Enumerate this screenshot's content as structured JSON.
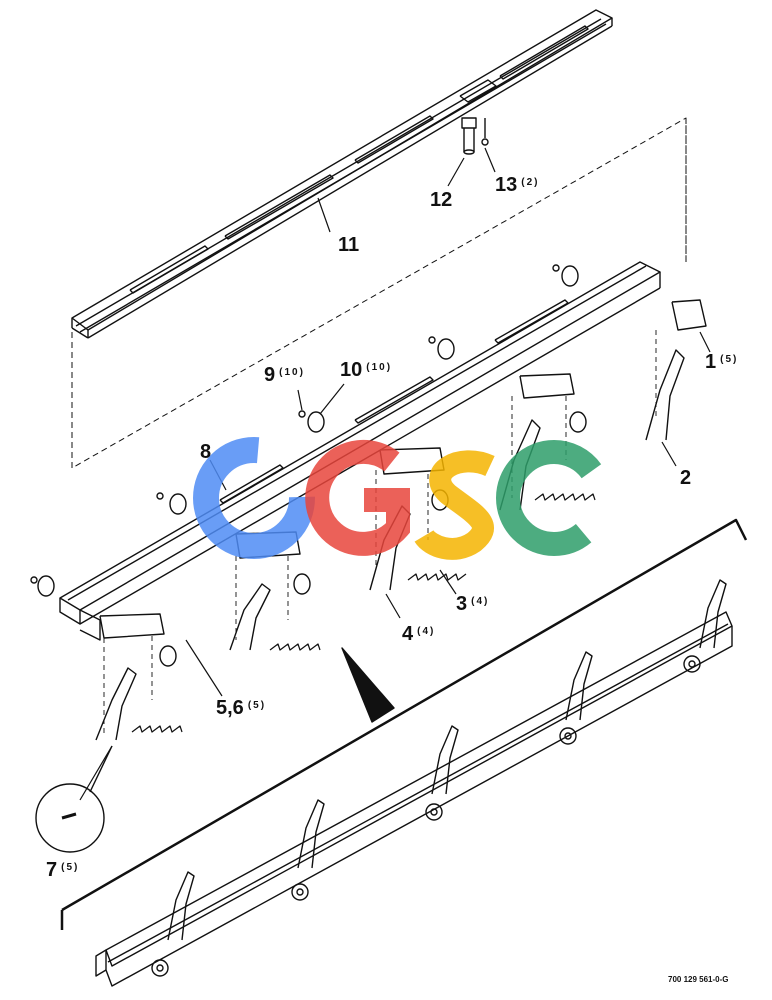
{
  "diagram": {
    "callouts": [
      {
        "id": "11",
        "number": "11",
        "qty": ""
      },
      {
        "id": "12",
        "number": "12",
        "qty": ""
      },
      {
        "id": "13",
        "number": "13",
        "qty": "(2)"
      },
      {
        "id": "1",
        "number": "1",
        "qty": "(5)"
      },
      {
        "id": "2",
        "number": "2",
        "qty": ""
      },
      {
        "id": "9",
        "number": "9",
        "qty": "(10)"
      },
      {
        "id": "10",
        "number": "10",
        "qty": "(10)"
      },
      {
        "id": "8",
        "number": "8",
        "qty": ""
      },
      {
        "id": "3",
        "number": "3",
        "qty": "(4)"
      },
      {
        "id": "4",
        "number": "4",
        "qty": "(4)"
      },
      {
        "id": "56",
        "number": "5,6",
        "qty": "(5)"
      },
      {
        "id": "7",
        "number": "7",
        "qty": "(5)"
      }
    ],
    "figure_code": "700 129 561-0-G"
  },
  "logo": {
    "text": "CGSC",
    "colors": [
      "#4f8cf5",
      "#e8453c",
      "#f4b400",
      "#2e9e6a"
    ]
  }
}
